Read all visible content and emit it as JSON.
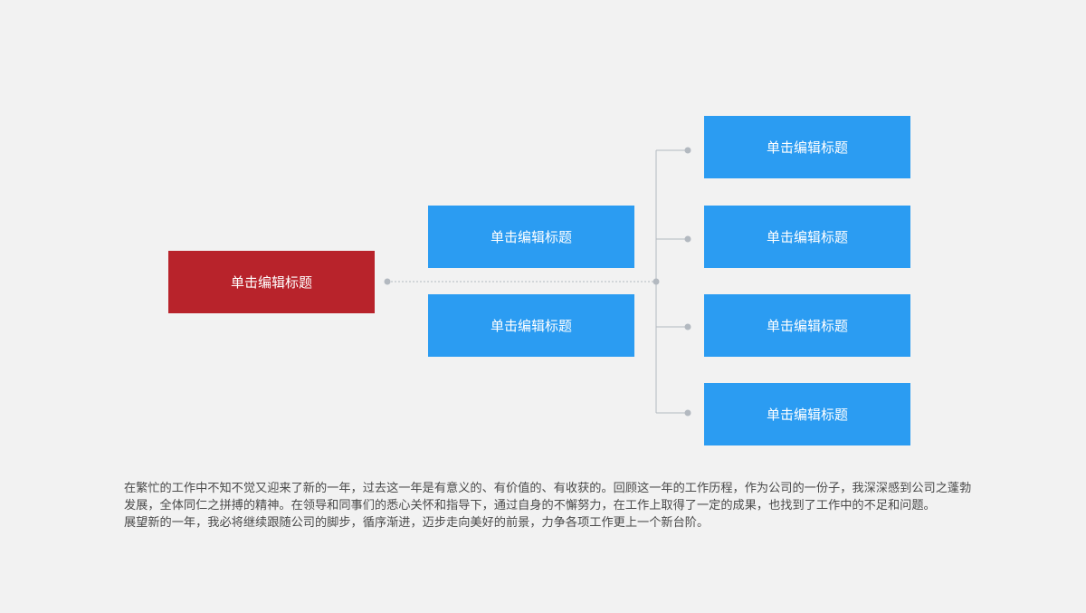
{
  "diagram": {
    "root": {
      "label": "单击编辑标题",
      "color": "#b8232b"
    },
    "middle": [
      {
        "label": "单击编辑标题"
      },
      {
        "label": "单击编辑标题"
      }
    ],
    "leaves": [
      {
        "label": "单击编辑标题"
      },
      {
        "label": "单击编辑标题"
      },
      {
        "label": "单击编辑标题"
      },
      {
        "label": "单击编辑标题"
      }
    ],
    "node_color": "#2b9cf2",
    "connector_color": "#b3b9c0"
  },
  "description": {
    "paragraph_1": "在繁忙的工作中不知不觉又迎来了新的一年，过去这一年是有意义的、有价值的、有收获的。回顾这一年的工作历程，作为公司的一份子，我深深感到公司之蓬勃发展，全体同仁之拼搏的精神。在领导和同事们的悉心关怀和指导下，通过自身的不懈努力，在工作上取得了一定的成果，也找到了工作中的不足和问题。",
    "paragraph_2": "展望新的一年，我必将继续跟随公司的脚步，循序渐进，迈步走向美好的前景，力争各项工作更上一个新台阶。"
  }
}
